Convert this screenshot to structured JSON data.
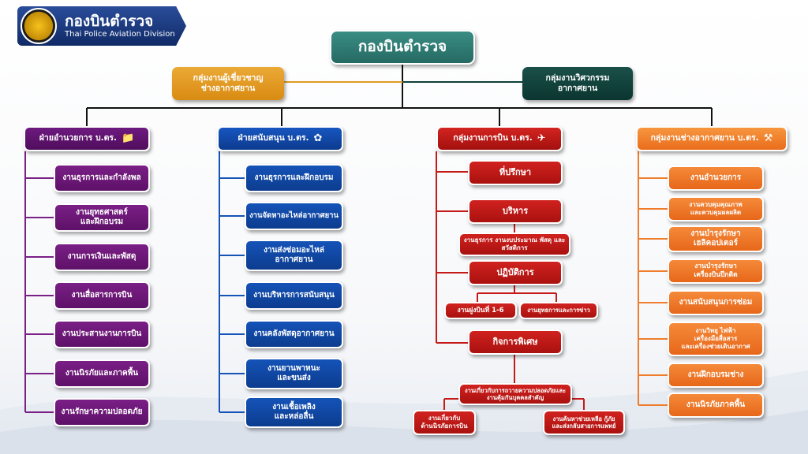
{
  "header": {
    "title": "กองบินตำรวจ",
    "subtitle": "Thai Police Aviation Division",
    "logo_text": "กองบินตำรวจ"
  },
  "top": {
    "title": "กองบินตำรวจ",
    "expert": "กลุ่มงานผู้เชี่ยวชาญ\nช่างอากาศยาน",
    "engineering": "กลุ่มงานวิศวกรรม\nอากาศยาน"
  },
  "admin": {
    "head": "ฝ่ายอำนวยการ บ.ตร.",
    "icon": "folder-icon",
    "items": [
      "งานธุรการและกำลังพล",
      "งานยุทธศาสตร์\nและฝึกอบรม",
      "งานการเงินและพัสดุ",
      "งานสื่อสารการบิน",
      "งานประสานงานการบิน",
      "งานนิรภัยและภาคพื้น",
      "งานรักษาความปลอดภัย"
    ]
  },
  "support": {
    "head": "ฝ่ายสนับสนุน บ.ตร.",
    "icon": "support-icon",
    "items": [
      "งานธุรการและฝึกอบรม",
      "งานจัดหาอะไหล่อากาศยาน",
      "งานส่งซ่อมอะไหล่\nอากาศยาน",
      "งานบริหารการสนับสนุน",
      "งานคลังพัสดุอากาศยาน",
      "งานยานพาหนะ\nและขนส่ง",
      "งานเชื้อเพลิง\nและหล่อลื่น"
    ]
  },
  "flight": {
    "head": "กลุ่มงานการบิน บ.ตร.",
    "icon": "helicopter-icon",
    "advisor": "ที่ปรึกษา",
    "admin": "บริหาร",
    "admin_sub": "งานธุรการ งานงบประมาณ พัสดุ และ\nสวัสดิการ",
    "ops": "ปฏิบัติการ",
    "ops_sub1": "งานฝูงบินที่ 1-6",
    "ops_sub2": "งานยุทธการและการข่าว",
    "special": "กิจการพิเศษ",
    "special_sub1": "งานเกี่ยวกับการถวายความปลอดภัยและ\nงานคุ้มกันบุคคลสำคัญ",
    "special_sub2": "งานเกี่ยวกับ\nด้านนิรภัยการบิน",
    "special_sub3": "งานค้นหาช่วยเหลือ กู้ภัย\nและส่งกลับสายการแพทย์"
  },
  "maint": {
    "head": "กลุ่มงานช่างอากาศยาน บ.ตร.",
    "icon": "tools-icon",
    "items": [
      "งานอำนวยการ",
      "งานควบคุมคุณภาพ\nและควบคุมผลผลิต",
      "งานบำรุงรักษา\nเฮลิคอปเตอร์",
      "งานบำรุงรักษา\nเครื่องบินปีกติด",
      "งานสนับสนุนการซ่อม",
      "งานวิทยุ ไฟฟ้า\nเครื่องมือสื่อสาร\nและเครื่องช่วยเดินอากาศ",
      "งานฝึกอบรมช่าง",
      "งานนิรภัยภาคพื้น"
    ]
  },
  "colors": {
    "title_bg": "#2d7a72",
    "expert_bg": "#e19a22",
    "engineering_bg": "#10403a",
    "line": "#111111",
    "purple": "#6e1a80",
    "blue": "#1553b8",
    "red": "#d0221f",
    "orange": "#f58a3a"
  }
}
